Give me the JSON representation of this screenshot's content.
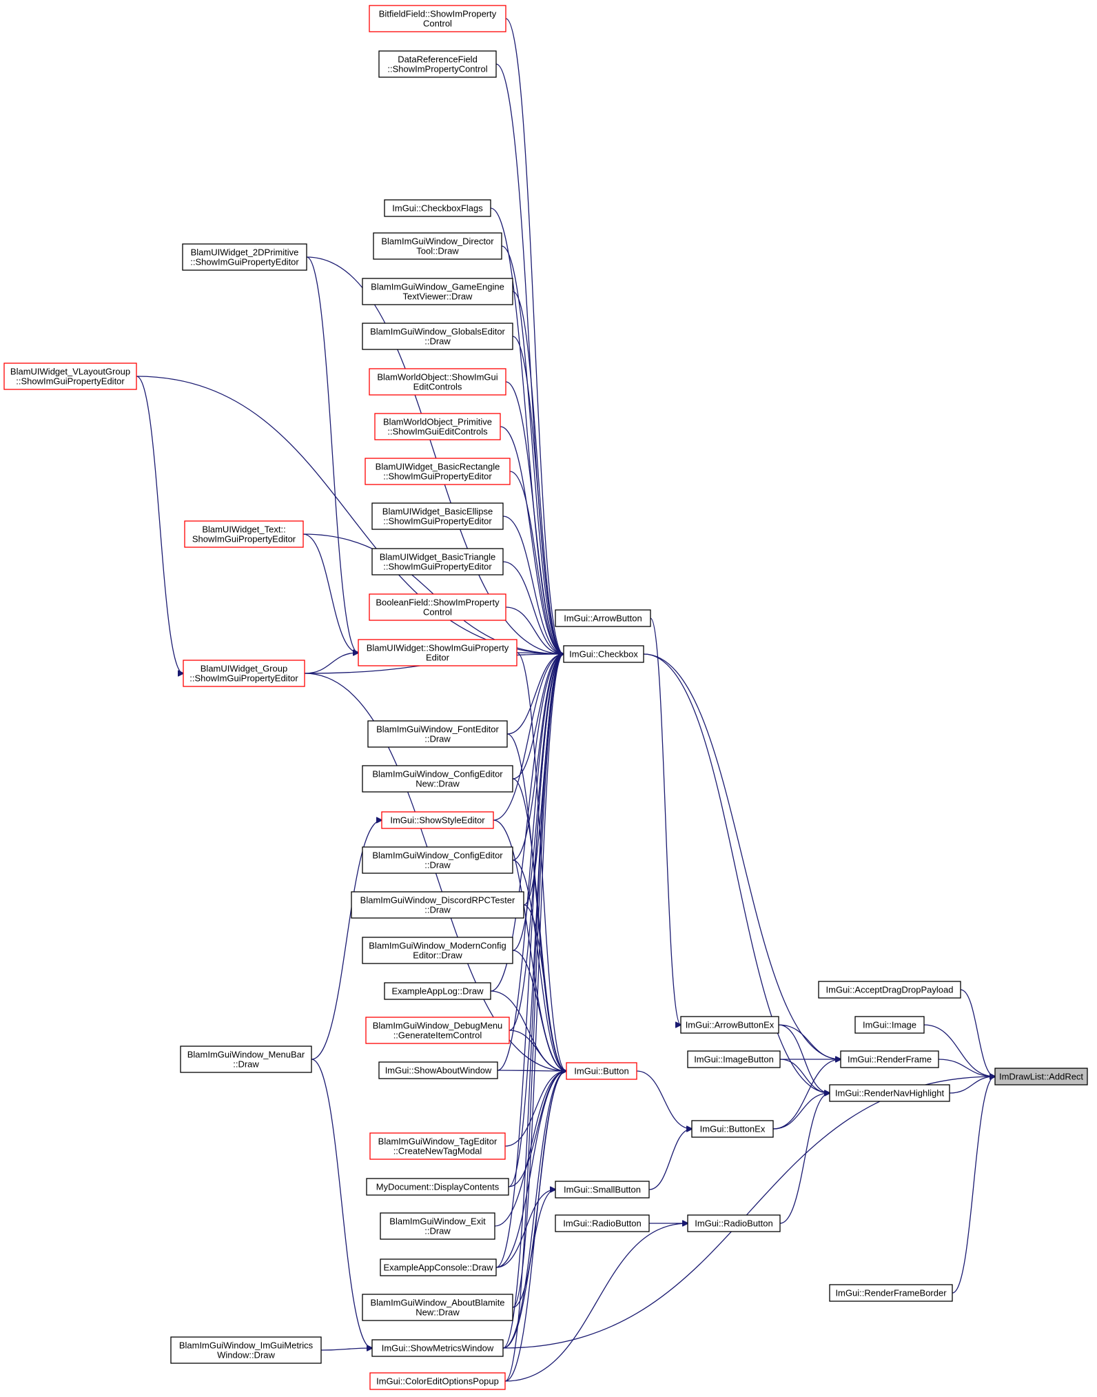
{
  "colors": {
    "edge": "#191970",
    "node_border_default": "#000000",
    "node_border_truncated": "#ff0000",
    "root_fill": "#bfbfbf"
  },
  "nodes": [
    {
      "id": "bitfield",
      "lines": [
        "BitfieldField::ShowImProperty",
        "Control"
      ],
      "style": "red"
    },
    {
      "id": "dataref",
      "lines": [
        "DataReferenceField",
        "::ShowImPropertyControl"
      ],
      "style": "black"
    },
    {
      "id": "cbflags",
      "lines": [
        "ImGui::CheckboxFlags"
      ],
      "style": "black"
    },
    {
      "id": "director",
      "lines": [
        "BlamImGuiWindow_Director",
        "Tool::Draw"
      ],
      "style": "black"
    },
    {
      "id": "gameengine",
      "lines": [
        "BlamImGuiWindow_GameEngine",
        "TextViewer::Draw"
      ],
      "style": "black"
    },
    {
      "id": "globals",
      "lines": [
        "BlamImGuiWindow_GlobalsEditor",
        "::Draw"
      ],
      "style": "black"
    },
    {
      "id": "worldobj",
      "lines": [
        "BlamWorldObject::ShowImGui",
        "EditControls"
      ],
      "style": "red"
    },
    {
      "id": "worldprim",
      "lines": [
        "BlamWorldObject_Primitive",
        "::ShowImGuiEditControls"
      ],
      "style": "red"
    },
    {
      "id": "basicrect",
      "lines": [
        "BlamUIWidget_BasicRectangle",
        "::ShowImGuiPropertyEditor"
      ],
      "style": "red"
    },
    {
      "id": "basicellipse",
      "lines": [
        "BlamUIWidget_BasicEllipse",
        "::ShowImGuiPropertyEditor"
      ],
      "style": "black"
    },
    {
      "id": "basictri",
      "lines": [
        "BlamUIWidget_BasicTriangle",
        "::ShowImGuiPropertyEditor"
      ],
      "style": "black"
    },
    {
      "id": "boolfield",
      "lines": [
        "BooleanField::ShowImProperty",
        "Control"
      ],
      "style": "red"
    },
    {
      "id": "uiwidget",
      "lines": [
        "BlamUIWidget::ShowImGuiProperty",
        "Editor"
      ],
      "style": "red"
    },
    {
      "id": "prim2d",
      "lines": [
        "BlamUIWidget_2DPrimitive",
        "::ShowImGuiPropertyEditor"
      ],
      "style": "black"
    },
    {
      "id": "vlayout",
      "lines": [
        "BlamUIWidget_VLayoutGroup",
        "::ShowImGuiPropertyEditor"
      ],
      "style": "red"
    },
    {
      "id": "text",
      "lines": [
        "BlamUIWidget_Text::",
        "ShowImGuiPropertyEditor"
      ],
      "style": "red"
    },
    {
      "id": "group",
      "lines": [
        "BlamUIWidget_Group",
        "::ShowImGuiPropertyEditor"
      ],
      "style": "red"
    },
    {
      "id": "fonteditor",
      "lines": [
        "BlamImGuiWindow_FontEditor",
        "::Draw"
      ],
      "style": "black"
    },
    {
      "id": "cfgnew",
      "lines": [
        "BlamImGuiWindow_ConfigEditor",
        "New::Draw"
      ],
      "style": "black"
    },
    {
      "id": "styleeditor",
      "lines": [
        "ImGui::ShowStyleEditor"
      ],
      "style": "red"
    },
    {
      "id": "cfgeditor",
      "lines": [
        "BlamImGuiWindow_ConfigEditor",
        "::Draw"
      ],
      "style": "black"
    },
    {
      "id": "discord",
      "lines": [
        "BlamImGuiWindow_DiscordRPCTester",
        "::Draw"
      ],
      "style": "black"
    },
    {
      "id": "modern",
      "lines": [
        "BlamImGuiWindow_ModernConfig",
        "Editor::Draw"
      ],
      "style": "black"
    },
    {
      "id": "applog",
      "lines": [
        "ExampleAppLog::Draw"
      ],
      "style": "black"
    },
    {
      "id": "debugmenu",
      "lines": [
        "BlamImGuiWindow_DebugMenu",
        "::GenerateItemControl"
      ],
      "style": "red"
    },
    {
      "id": "about",
      "lines": [
        "ImGui::ShowAboutWindow"
      ],
      "style": "black"
    },
    {
      "id": "tageditor",
      "lines": [
        "BlamImGuiWindow_TagEditor",
        "::CreateNewTagModal"
      ],
      "style": "red"
    },
    {
      "id": "mydoc",
      "lines": [
        "MyDocument::DisplayContents"
      ],
      "style": "black"
    },
    {
      "id": "exit",
      "lines": [
        "BlamImGuiWindow_Exit",
        "::Draw"
      ],
      "style": "black"
    },
    {
      "id": "console",
      "lines": [
        "ExampleAppConsole::Draw"
      ],
      "style": "black"
    },
    {
      "id": "aboutblam",
      "lines": [
        "BlamImGuiWindow_AboutBlamite",
        "New::Draw"
      ],
      "style": "black"
    },
    {
      "id": "metricswin",
      "lines": [
        "ImGui::ShowMetricsWindow"
      ],
      "style": "black"
    },
    {
      "id": "coloredit",
      "lines": [
        "ImGui::ColorEditOptionsPopup"
      ],
      "style": "red"
    },
    {
      "id": "menubar",
      "lines": [
        "BlamImGuiWindow_MenuBar",
        "::Draw"
      ],
      "style": "black"
    },
    {
      "id": "metricsdraw",
      "lines": [
        "BlamImGuiWindow_ImGuiMetrics",
        "Window::Draw"
      ],
      "style": "black"
    },
    {
      "id": "arrowbtn",
      "lines": [
        "ImGui::ArrowButton"
      ],
      "style": "black"
    },
    {
      "id": "checkbox",
      "lines": [
        "ImGui::Checkbox"
      ],
      "style": "black"
    },
    {
      "id": "button",
      "lines": [
        "ImGui::Button"
      ],
      "style": "red"
    },
    {
      "id": "arrowbtnex",
      "lines": [
        "ImGui::ArrowButtonEx"
      ],
      "style": "black"
    },
    {
      "id": "imagebtn",
      "lines": [
        "ImGui::ImageButton"
      ],
      "style": "black"
    },
    {
      "id": "buttonex",
      "lines": [
        "ImGui::ButtonEx"
      ],
      "style": "black"
    },
    {
      "id": "smallbtn",
      "lines": [
        "ImGui::SmallButton"
      ],
      "style": "black"
    },
    {
      "id": "radio1",
      "lines": [
        "ImGui::RadioButton"
      ],
      "style": "black"
    },
    {
      "id": "radio2",
      "lines": [
        "ImGui::RadioButton"
      ],
      "style": "black"
    },
    {
      "id": "acceptdrag",
      "lines": [
        "ImGui::AcceptDragDropPayload"
      ],
      "style": "black"
    },
    {
      "id": "image",
      "lines": [
        "ImGui::Image"
      ],
      "style": "black"
    },
    {
      "id": "renderframe",
      "lines": [
        "ImGui::RenderFrame"
      ],
      "style": "black"
    },
    {
      "id": "navhl",
      "lines": [
        "ImGui::RenderNavHighlight"
      ],
      "style": "black"
    },
    {
      "id": "framebord",
      "lines": [
        "ImGui::RenderFrameBorder"
      ],
      "style": "black"
    },
    {
      "id": "addrect",
      "lines": [
        "ImDrawList::AddRect"
      ],
      "style": "root"
    }
  ],
  "edges": [
    [
      "bitfield",
      "checkbox"
    ],
    [
      "dataref",
      "checkbox"
    ],
    [
      "cbflags",
      "checkbox"
    ],
    [
      "director",
      "checkbox"
    ],
    [
      "gameengine",
      "checkbox"
    ],
    [
      "globals",
      "checkbox"
    ],
    [
      "worldobj",
      "checkbox"
    ],
    [
      "worldprim",
      "checkbox"
    ],
    [
      "basicrect",
      "checkbox"
    ],
    [
      "basicellipse",
      "checkbox"
    ],
    [
      "basictri",
      "checkbox"
    ],
    [
      "boolfield",
      "checkbox"
    ],
    [
      "uiwidget",
      "checkbox"
    ],
    [
      "vlayout",
      "checkbox"
    ],
    [
      "prim2d",
      "checkbox"
    ],
    [
      "text",
      "checkbox"
    ],
    [
      "group",
      "checkbox"
    ],
    [
      "fonteditor",
      "checkbox"
    ],
    [
      "cfgnew",
      "checkbox"
    ],
    [
      "styleeditor",
      "checkbox"
    ],
    [
      "cfgeditor",
      "checkbox"
    ],
    [
      "discord",
      "checkbox"
    ],
    [
      "modern",
      "checkbox"
    ],
    [
      "applog",
      "checkbox"
    ],
    [
      "debugmenu",
      "checkbox"
    ],
    [
      "about",
      "checkbox"
    ],
    [
      "mydoc",
      "checkbox"
    ],
    [
      "console",
      "checkbox"
    ],
    [
      "aboutblam",
      "checkbox"
    ],
    [
      "metricswin",
      "checkbox"
    ],
    [
      "coloredit",
      "checkbox"
    ],
    [
      "vlayout",
      "group"
    ],
    [
      "prim2d",
      "uiwidget"
    ],
    [
      "text",
      "uiwidget"
    ],
    [
      "group",
      "uiwidget"
    ],
    [
      "menubar",
      "styleeditor"
    ],
    [
      "menubar",
      "metricswin"
    ],
    [
      "metricsdraw",
      "metricswin"
    ],
    [
      "uiwidget",
      "button"
    ],
    [
      "group",
      "button"
    ],
    [
      "fonteditor",
      "button"
    ],
    [
      "cfgnew",
      "button"
    ],
    [
      "styleeditor",
      "button"
    ],
    [
      "cfgeditor",
      "button"
    ],
    [
      "discord",
      "button"
    ],
    [
      "modern",
      "button"
    ],
    [
      "applog",
      "button"
    ],
    [
      "debugmenu",
      "button"
    ],
    [
      "about",
      "button"
    ],
    [
      "tageditor",
      "button"
    ],
    [
      "mydoc",
      "button"
    ],
    [
      "exit",
      "button"
    ],
    [
      "console",
      "button"
    ],
    [
      "aboutblam",
      "button"
    ],
    [
      "metricswin",
      "button"
    ],
    [
      "coloredit",
      "button"
    ],
    [
      "arrowbtn",
      "arrowbtnex"
    ],
    [
      "button",
      "buttonex"
    ],
    [
      "smallbtn",
      "buttonex"
    ],
    [
      "console",
      "smallbtn"
    ],
    [
      "metricswin",
      "smallbtn"
    ],
    [
      "radio1",
      "radio2"
    ],
    [
      "coloredit",
      "radio2"
    ],
    [
      "checkbox",
      "renderframe"
    ],
    [
      "arrowbtnex",
      "renderframe"
    ],
    [
      "imagebtn",
      "renderframe"
    ],
    [
      "buttonex",
      "renderframe"
    ],
    [
      "checkbox",
      "navhl"
    ],
    [
      "arrowbtnex",
      "navhl"
    ],
    [
      "imagebtn",
      "navhl"
    ],
    [
      "buttonex",
      "navhl"
    ],
    [
      "radio2",
      "navhl"
    ],
    [
      "acceptdrag",
      "addrect"
    ],
    [
      "image",
      "addrect"
    ],
    [
      "renderframe",
      "addrect"
    ],
    [
      "navhl",
      "addrect"
    ],
    [
      "framebord",
      "addrect"
    ],
    [
      "metricswin",
      "addrect"
    ]
  ]
}
